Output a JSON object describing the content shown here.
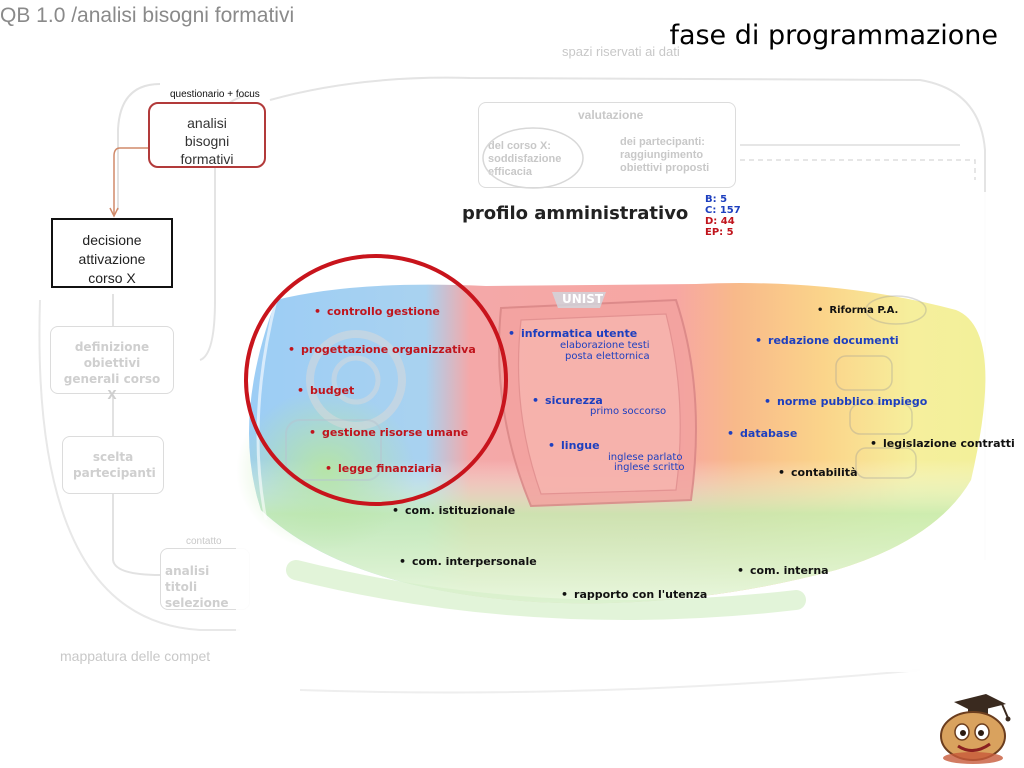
{
  "header": {
    "title": "QB 1.0 /analisi bisogni formativi",
    "phase": "fase di programmazione",
    "faded_top": "spazi riservati ai dati"
  },
  "flow": {
    "questionario_label": "questionario + focus",
    "analisi_box": "analisi bisogni formativi",
    "decisione_box": "decisione attivazione corso X",
    "definizione_box": "definizione obiettivi generali corso X",
    "scelta_box": "scelta partecipanti",
    "analisi_sel_box": "analisi titoli selezione",
    "contatto_label": "contatto",
    "mappatura_label": "mappatura delle compet",
    "valutazione_label": "valutazione",
    "valutazione_left": "del corso X: soddisfazione efficacia",
    "valutazione_right": "dei partecipanti: raggiungimento obiettivi proposti"
  },
  "profile": {
    "title": "profilo amministrativo",
    "stats": [
      {
        "text": "B: 5",
        "color": "#1d3fbf"
      },
      {
        "text": "C: 157",
        "color": "#1d3fbf"
      },
      {
        "text": "D: 44",
        "color": "#c0141c"
      },
      {
        "text": "EP: 5",
        "color": "#c0141c"
      }
    ],
    "brand": "UNIST"
  },
  "items": {
    "controllo": "controllo gestione",
    "progettazione": "progettazione organizzativa",
    "budget": "budget",
    "gestione": "gestione risorse umane",
    "legge": "legge finanziaria",
    "informatica": "informatica utente",
    "informatica_sub1": "elaborazione testi",
    "informatica_sub2": "posta elettornica",
    "sicurezza": "sicurezza",
    "sicurezza_sub": "primo soccorso",
    "lingue": "lingue",
    "lingue_sub1": "inglese parlato",
    "lingue_sub2": "inglese scritto",
    "riforma": "Riforma P.A.",
    "redazione": "redazione documenti",
    "norme": "norme pubblico impiego",
    "database": "database",
    "legislazione": "legislazione contratti",
    "contabilita": "contabilità",
    "com_istituzionale": "com. istituzionale",
    "com_interpersonale": "com. interpersonale",
    "com_interna": "com. interna",
    "rapporto": "rapporto con l'utenza"
  },
  "bullet": "•",
  "colors": {
    "red": "#c0141c",
    "blue": "#1d3fbf",
    "circle": "#c8141c"
  }
}
